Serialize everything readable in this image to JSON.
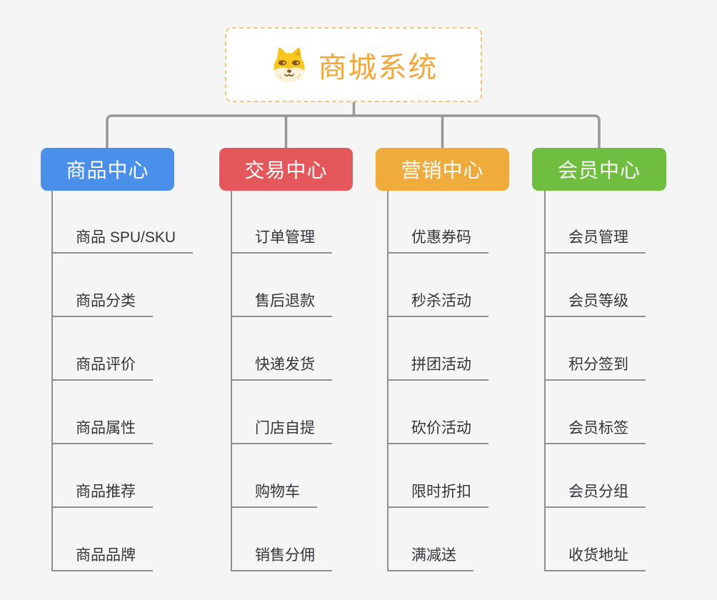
{
  "root": {
    "title": "商城系统",
    "icon": "shiba-dog-icon"
  },
  "branches": [
    {
      "label": "商品中心",
      "color": "#4a8fe9",
      "items": [
        "商品 SPU/SKU",
        "商品分类",
        "商品评价",
        "商品属性",
        "商品推荐",
        "商品品牌"
      ]
    },
    {
      "label": "交易中心",
      "color": "#e4585b",
      "items": [
        "订单管理",
        "售后退款",
        "快递发货",
        "门店自提",
        "购物车",
        "销售分佣"
      ]
    },
    {
      "label": "营销中心",
      "color": "#efac3d",
      "items": [
        "优惠券码",
        "秒杀活动",
        "拼团活动",
        "砍价活动",
        "限时折扣",
        "满减送"
      ]
    },
    {
      "label": "会员中心",
      "color": "#6fbe3f",
      "items": [
        "会员管理",
        "会员等级",
        "积分签到",
        "会员标签",
        "会员分组",
        "收货地址"
      ]
    }
  ],
  "colors": {
    "background": "#f5f5f5",
    "root_border": "#f4c57c",
    "root_title": "#f1a73c",
    "top_connector": "#989898",
    "leaf_line": "#8f8f8f",
    "leaf_text": "#33353a"
  }
}
